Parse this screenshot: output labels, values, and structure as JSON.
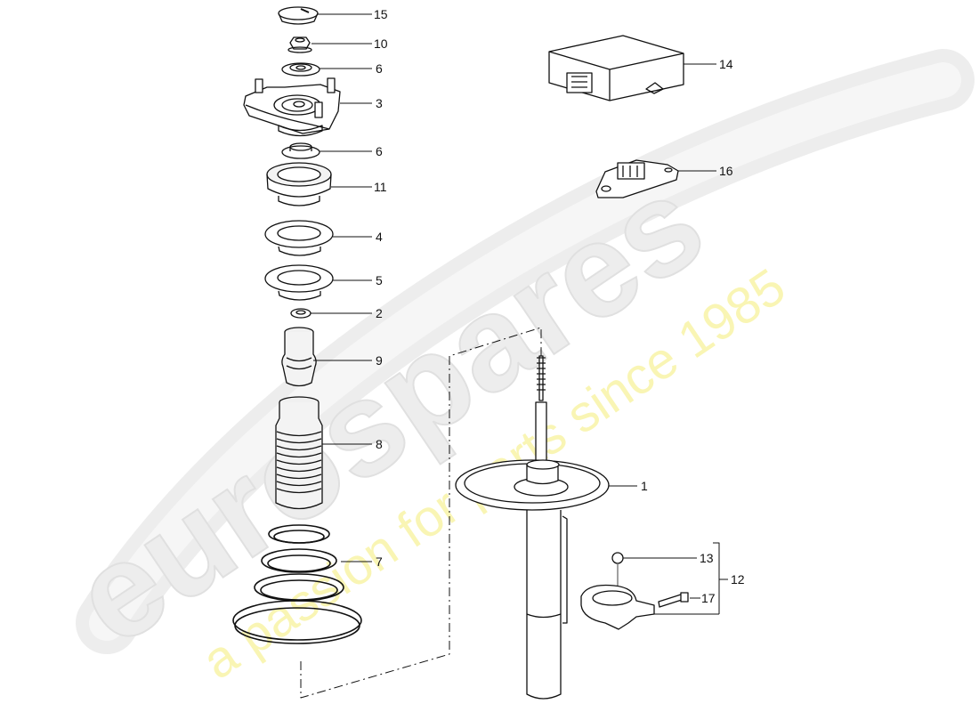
{
  "diagram": {
    "type": "exploded parts diagram",
    "subject": "front suspension strut assembly",
    "colors": {
      "line": "#111111",
      "background": "#ffffff",
      "watermark_gray": "#e6e6e6",
      "watermark_yellow": "#f7f3a0"
    }
  },
  "watermark": {
    "logo_text": "eurospares",
    "tagline": "a passion for parts since 1985"
  },
  "callouts": [
    {
      "id": "15",
      "label": "15",
      "part": "cap"
    },
    {
      "id": "10",
      "label": "10",
      "part": "nut"
    },
    {
      "id": "6a",
      "label": "6",
      "part": "washer"
    },
    {
      "id": "3",
      "label": "3",
      "part": "strut mount"
    },
    {
      "id": "6b",
      "label": "6",
      "part": "washer"
    },
    {
      "id": "11",
      "label": "11",
      "part": "bearing"
    },
    {
      "id": "4",
      "label": "4",
      "part": "spring seat upper"
    },
    {
      "id": "5",
      "label": "5",
      "part": "spring seat lower"
    },
    {
      "id": "2",
      "label": "2",
      "part": "washer small"
    },
    {
      "id": "9",
      "label": "9",
      "part": "bump stop"
    },
    {
      "id": "8",
      "label": "8",
      "part": "protective boot"
    },
    {
      "id": "7",
      "label": "7",
      "part": "coil spring"
    },
    {
      "id": "14",
      "label": "14",
      "part": "control unit"
    },
    {
      "id": "16",
      "label": "16",
      "part": "sensor"
    },
    {
      "id": "1",
      "label": "1",
      "part": "shock absorber"
    },
    {
      "id": "13",
      "label": "13",
      "part": "nut"
    },
    {
      "id": "12",
      "label": "12",
      "part": "clamp kit"
    },
    {
      "id": "17",
      "label": "17",
      "part": "bolt"
    }
  ]
}
